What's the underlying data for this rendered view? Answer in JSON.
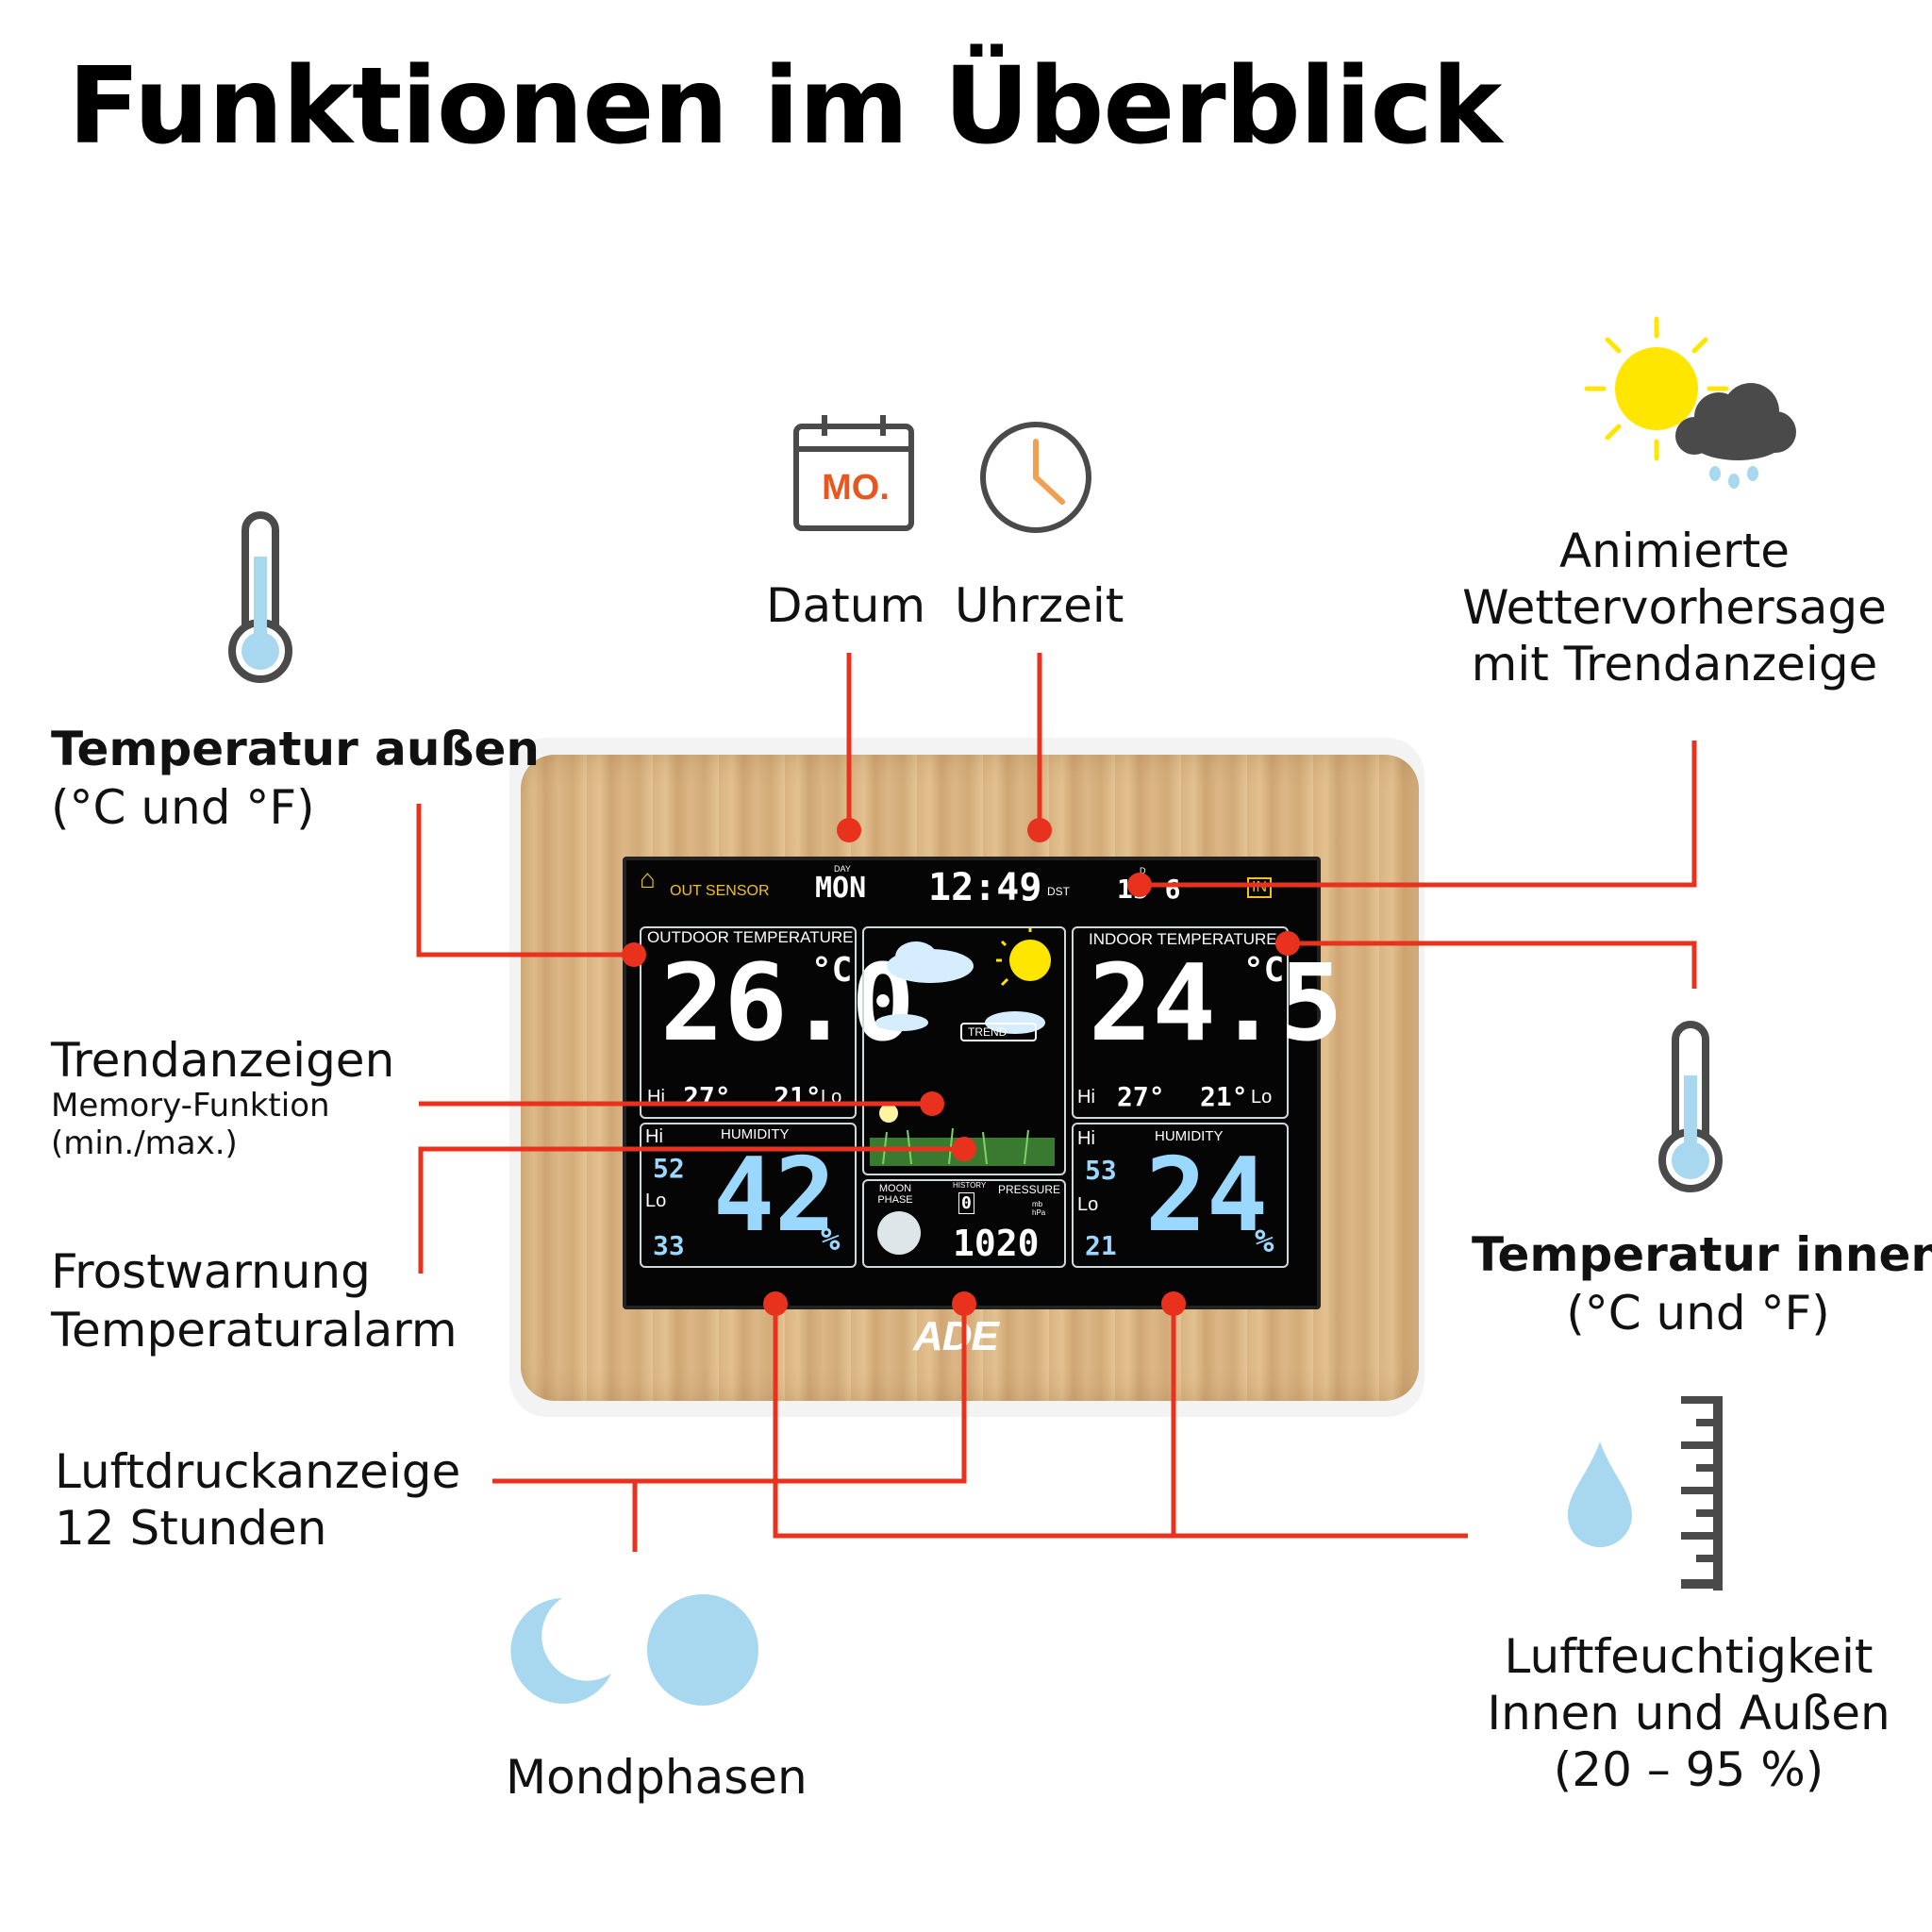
{
  "title": "Funktionen im Überblick",
  "labels": {
    "temp_out_title": "Temperatur außen",
    "temp_out_sub": "(°C und °F)",
    "datum": "Datum",
    "uhrzeit": "Uhrzeit",
    "calendar_text": "MO.",
    "forecast_line1": "Animierte",
    "forecast_line2": "Wettervorhersage",
    "forecast_line3": "mit Trendanzeige",
    "trend_title": "Trendanzeigen",
    "trend_sub1": "Memory-Funktion",
    "trend_sub2": "(min./max.)",
    "frost_line1": "Frostwarnung",
    "frost_line2": "Temperaturalarm",
    "temp_in_title": "Temperatur innen",
    "temp_in_sub": "(°C und °F)",
    "pressure_line1": "Luftdruckanzeige",
    "pressure_line2": "12 Stunden",
    "moon": "Mondphasen",
    "humidity_line1": "Luftfeuchtigkeit",
    "humidity_line2": "Innen und Außen",
    "humidity_line3": "(20 – 95 %)"
  },
  "device": {
    "brand": "ADE",
    "out_sensor": "OUT SENSOR",
    "day_label": "DAY",
    "day": "MON",
    "time": "12:49",
    "dst": "DST",
    "date": "15 6",
    "date_label": "D",
    "in_badge": "IN",
    "outdoor_label": "OUTDOOR TEMPERATURE",
    "outdoor_temp": "26.0",
    "indoor_label": "INDOOR TEMPERATURE",
    "indoor_temp": "24.5",
    "unit_c": "°C",
    "out_hi": "27°",
    "out_lo": "21°",
    "in_hi": "27°",
    "in_lo": "21°",
    "hi": "Hi",
    "lo": "Lo",
    "trend": "TREND",
    "humidity_label": "HUMIDITY",
    "out_humidity": "42",
    "out_hum_hi": "52",
    "out_hum_lo": "33",
    "in_humidity": "24",
    "in_hum_hi": "53",
    "in_hum_lo": "21",
    "percent": "%",
    "moon_label": "MOON PHASE",
    "history_label": "HISTORY",
    "history_value": "0",
    "pressure_label": "PRESSURE",
    "pressure_unit": "mb hPa",
    "pressure_value": "1020"
  },
  "colors": {
    "leader": "#e8321e",
    "icon_blue": "#a8d8f0",
    "sun": "#ffe600",
    "cloud": "#4a4a4a",
    "calendar": "#e8581e"
  }
}
